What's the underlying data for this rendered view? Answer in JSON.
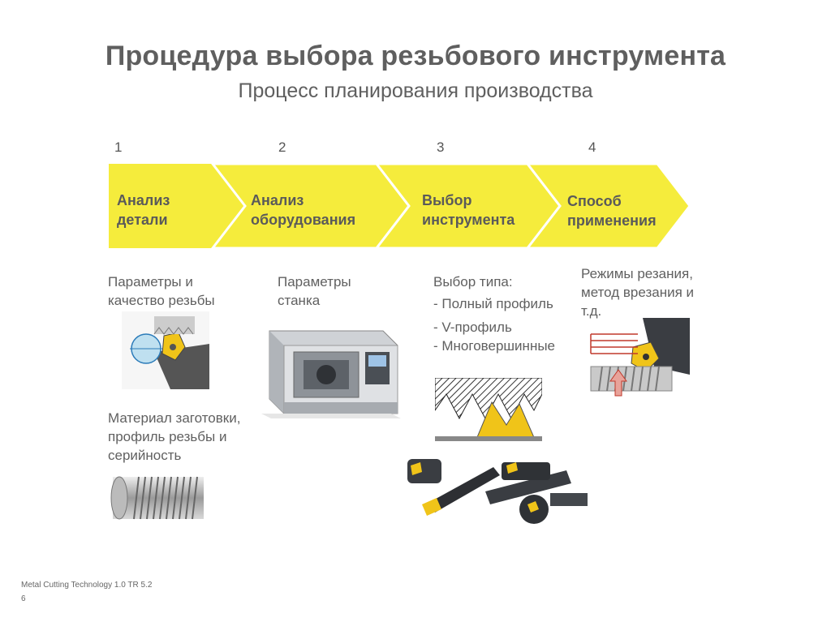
{
  "header": {
    "title": "Процедура выбора резьбового инструмента",
    "subtitle": "Процесс планирования производства"
  },
  "colors": {
    "chevron_fill": "#f5ec3c",
    "chevron_edge": "#ffffff",
    "text": "#5f5f5f"
  },
  "steps": [
    {
      "number": "1",
      "label_line1": "Анализ",
      "label_line2": "детали"
    },
    {
      "number": "2",
      "label_line1": "Анализ",
      "label_line2": "оборудования"
    },
    {
      "number": "3",
      "label_line1": "Выбор",
      "label_line2": "инструмента"
    },
    {
      "number": "4",
      "label_line1": "Способ",
      "label_line2": "применения"
    }
  ],
  "details": {
    "step1_top": {
      "line1": "Параметры и",
      "line2": "качество резьбы"
    },
    "step1_bottom": {
      "line1": "Материал заготовки,",
      "line2": "профиль резьбы и",
      "line3": "серийность"
    },
    "step2": {
      "line1": "Параметры",
      "line2": "станка"
    },
    "step3": {
      "line1": "Выбор типа:",
      "line2": "- Полный профиль",
      "line3": "- V-профиль",
      "line4": "- Многовершинные"
    },
    "step4": {
      "line1": "Режимы резания,",
      "line2": "метод врезания и",
      "line3": "т.д."
    }
  },
  "footer": {
    "source": "Metal Cutting Technology 1.0 TR 5.2",
    "page": "6"
  },
  "icons": [
    "insert-profile-image",
    "lathe-machine-image",
    "thread-profile-image",
    "threading-tools-image",
    "infeed-method-image",
    "threaded-workpiece-image"
  ]
}
